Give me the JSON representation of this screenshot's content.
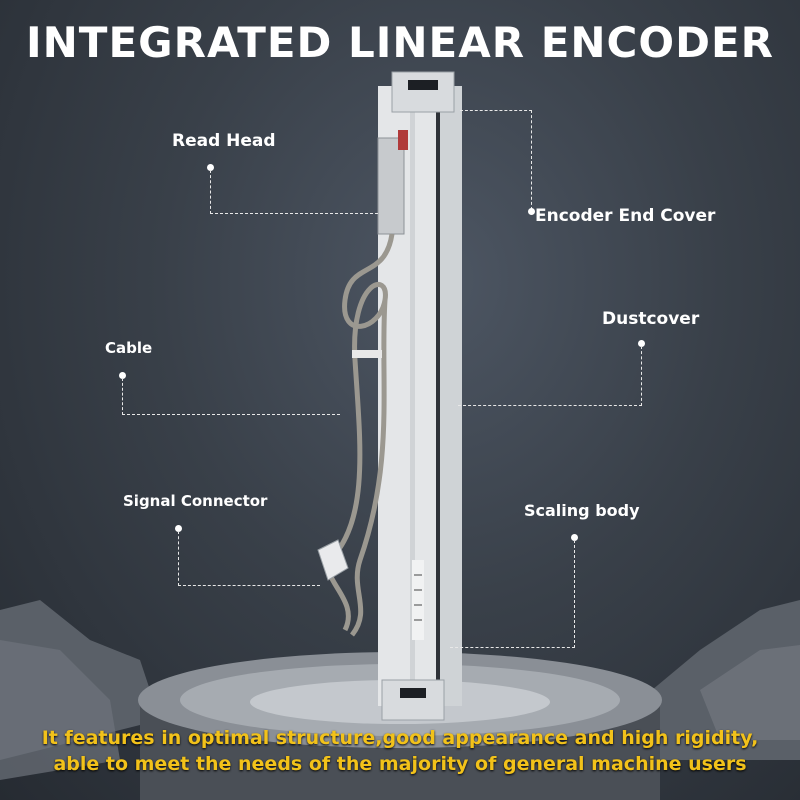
{
  "title": "INTEGRATED LINEAR ENCODER",
  "labels": {
    "read_head": "Read Head",
    "end_cover": "Encoder End Cover",
    "dustcover": "Dustcover",
    "cable": "Cable",
    "signal_connector": "Signal Connector",
    "scaling_body": "Scaling body"
  },
  "caption": {
    "line1": "It features in optimal structure,good appearance and high rigidity,",
    "line2": "able to meet the needs of the majority of general machine users"
  },
  "colors": {
    "background": "#394049",
    "title": "#ffffff",
    "caption": "#f2c21a"
  }
}
